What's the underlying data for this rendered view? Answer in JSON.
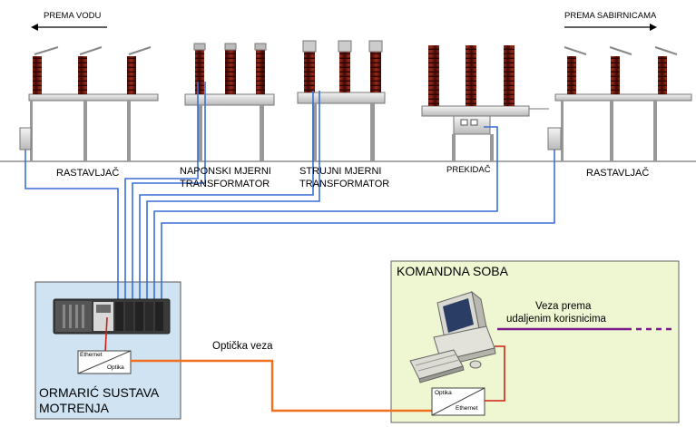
{
  "directions": {
    "left": "PREMA VODU",
    "right": "PREMA SABIRNICAMA"
  },
  "equipment": {
    "disconnector_left": "RASTAVLJAČ",
    "voltage_transformer_line1": "NAPONSKI MJERNI",
    "voltage_transformer_line2": "TRANSFORMATOR",
    "current_transformer_line1": "STRUJNI MJERNI",
    "current_transformer_line2": "TRANSFORMATOR",
    "breaker": "PREKIDAČ",
    "disconnector_right": "RASTAVLJAČ"
  },
  "monitoring_cabinet": {
    "title_line1": "ORMARIĆ SUSTAVA",
    "title_line2": "MOTRENJA",
    "converter_top": "Ethernet",
    "converter_bottom": "Optika"
  },
  "control_room": {
    "title": "KOMANDNA SOBA",
    "remote_link_line1": "Veza prema",
    "remote_link_line2": "udaljenim korisnicima",
    "converter_top": "Optika",
    "converter_bottom": "Ethernet"
  },
  "fiber_link": "Optička veza",
  "colors": {
    "insulator": "#7a1a10",
    "copper_wire": "#3a6fd8",
    "fiber": "#f07020",
    "ethernet": "#d02010",
    "remote_link": "#7a1a8a",
    "cabinet_fill": "#cfe3f2",
    "control_room_fill": "#eef7d2"
  },
  "icons": [
    "monitoring-device-rack-icon",
    "workstation-computer-icon",
    "media-converter-icon"
  ]
}
